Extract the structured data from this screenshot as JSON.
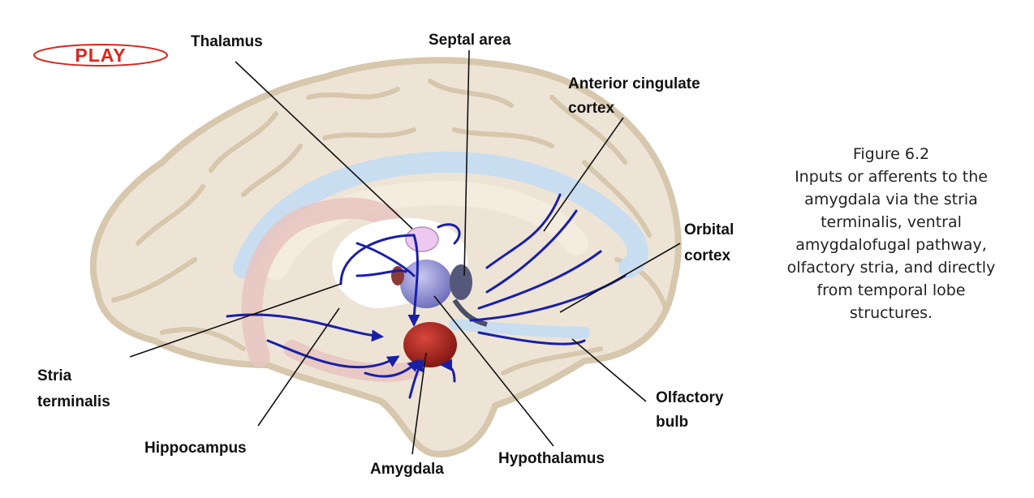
{
  "play_button": {
    "label": "PLAY"
  },
  "labels": {
    "thalamus": "Thalamus",
    "septal_area": "Septal area",
    "anterior_cingulate_line1": "Anterior cingulate",
    "anterior_cingulate_line2": "cortex",
    "orbital_line1": "Orbital",
    "orbital_line2": "cortex",
    "stria_line1": "Stria",
    "stria_line2": "terminalis",
    "hippocampus": "Hippocampus",
    "amygdala": "Amygdala",
    "hypothalamus": "Hypothalamus",
    "olfactory_line1": "Olfactory",
    "olfactory_line2": "bulb"
  },
  "caption": {
    "lines": [
      "Figure 6.2",
      "Inputs or afferents to the",
      "amygdala via the stria",
      "terminalis, ventral",
      "amygdalofugal pathway,",
      "olfactory stria, and directly",
      "from temporal lobe",
      "structures."
    ]
  },
  "colors": {
    "play": "#d9261c",
    "brain_fill": "#ede4d6",
    "brain_outline": "#d6c7ad",
    "pathway": "#1a1fa8",
    "amygdala": "#a01f18",
    "corpus_callosum": "#c9ddf0"
  }
}
